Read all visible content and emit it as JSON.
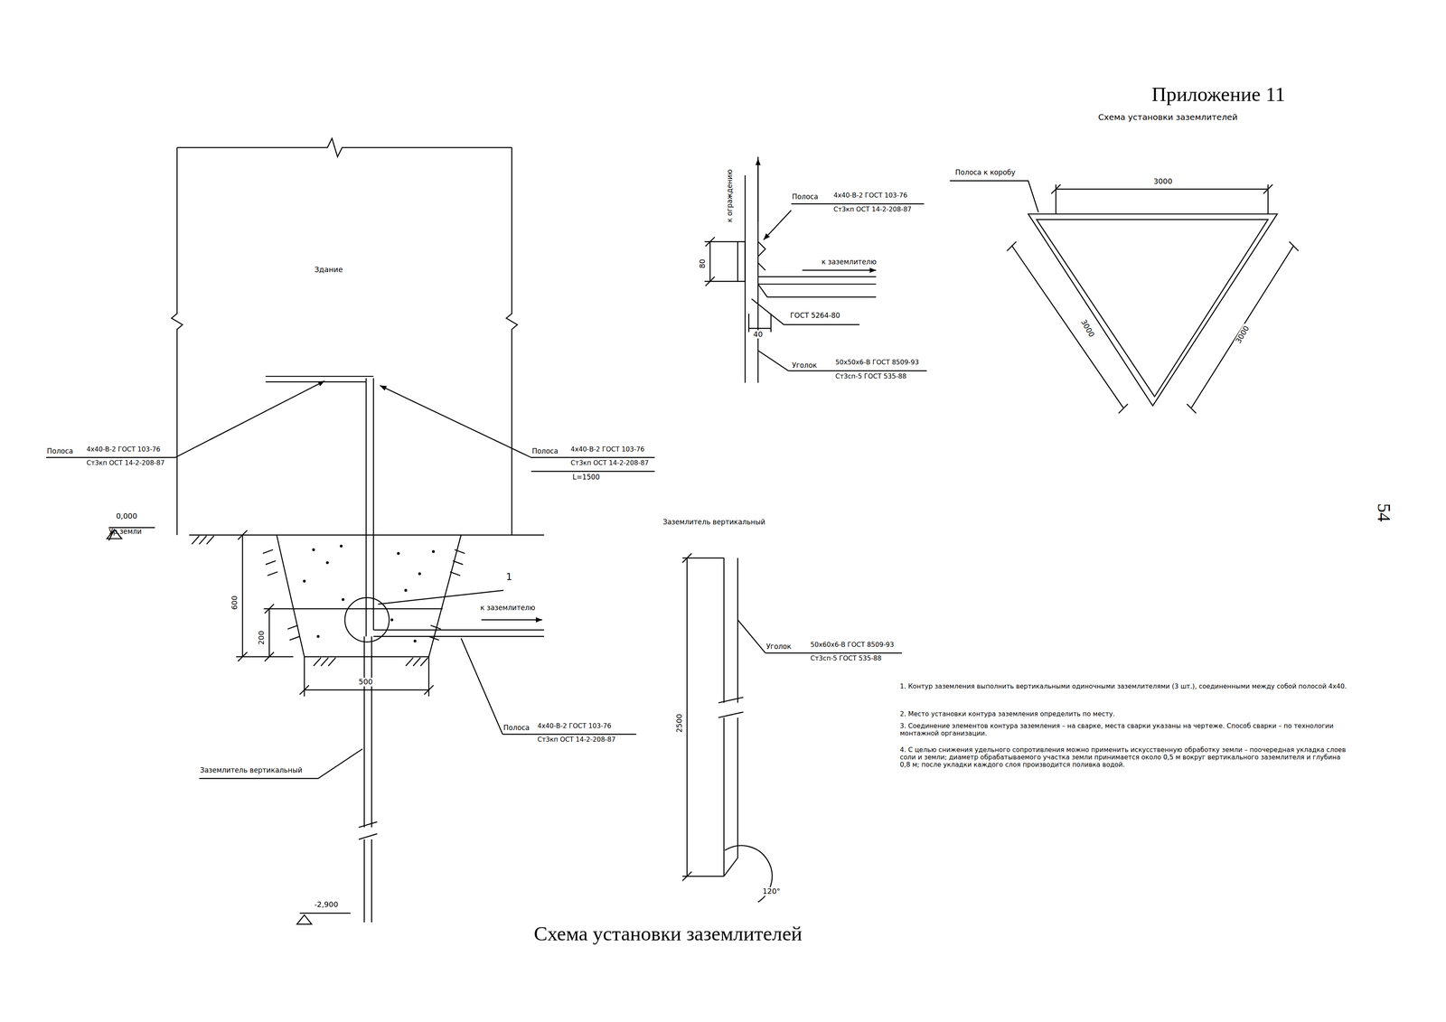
{
  "diagram": {
    "title": "Приложение 11",
    "caption": "Схема установки заземлителей",
    "nodes": [
      {
        "text": [
          "Здание"
        ]
      }
    ],
    "edges": [],
    "labels": [
      "Схема установки заземлителей",
      "Полоса к коробу",
      "3000",
      "3000",
      "3000",
      "к ограждению",
      "Полоса",
      "4х40-В-2 ГОСТ 103-76",
      "Ст3кп ОСТ 14-2-208-87",
      "80",
      "40",
      "к заземлителю",
      "ГОСТ 5264-80",
      "Уголок",
      "50х50х6-В ГОСТ 8509-93",
      "Ст3сп-5 ГОСТ 535-88",
      "Полоса",
      "4х40-В-2 ГОСТ 103-76",
      "Ст3кп ОСТ 14-2-208-87",
      "Полоса",
      "4х40-В-2 ГОСТ 103-76",
      "Ст3кп ОСТ 14-2-208-87",
      "L=1500",
      "0,000",
      "Ур.земли",
      "600",
      "200",
      "500",
      "1",
      "к заземлителю",
      "Полоса",
      "4х40-В-2 ГОСТ 103-76",
      "Ст3кп ОСТ 14-2-208-87",
      "Заземлитель вертикальный",
      "-2,900",
      "Заземлитель вертикальный",
      "2500",
      "Уголок",
      "50х60х6-В ГОСТ 8509-93",
      "Ст3сп-5 ГОСТ 535-88",
      "120°",
      "1. Контур заземления выполнить вертикальными одиночными заземлителями (3 шт.), соединенными между собой полосой 4х40.",
      "2. Место установки контура заземления определить по месту.",
      "3. Соединение элементов контура заземления – на сварке, места сварки указаны на чертеже. Способ сварки – по технологии монтажной организации.",
      "4. С целью снижения удельного сопротивления можно применить искусственную обработку земли – поочередная укладка слоев соли и земли; диаметр обрабатываемого участка земли принимается около 0,5 м вокруг вертикального заземлителя и глубина 0,8 м; после укладки каждого слоя производится поливка водой.",
      "54"
    ]
  }
}
